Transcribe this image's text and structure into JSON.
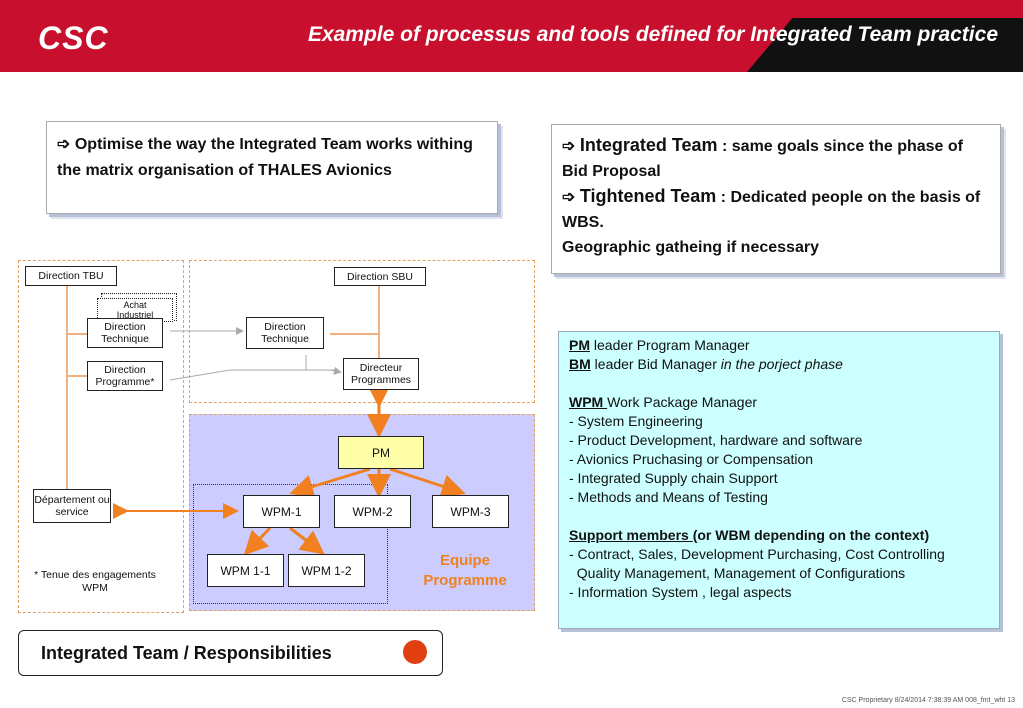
{
  "header": {
    "logo": "CSC",
    "title": "Example of processus and tools defined for Integrated Team practice"
  },
  "box1": {
    "bullet": "➩",
    "text": "Optimise the way the Integrated Team works withing the matrix organisation of THALES Avionics"
  },
  "box2": {
    "line1_big": "Integrated Team",
    "line1_rest": " : same goals since the phase of  Bid Proposal",
    "line2_big": "Tightened Team",
    "line2_rest": " : Dedicated people on the basis of  WBS.",
    "line3": "Geographic gatheing if necessary"
  },
  "defs": {
    "pm_abbr": "PM",
    "pm_text": " leader Program Manager",
    "bm_abbr": "BM",
    "bm_text": " leader Bid Manager ",
    "bm_italic": "in the porject phase",
    "wpm_abbr": "WPM ",
    "wpm_text": " Work Package Manager",
    "wpm_items": [
      "- System Engineering",
      "- Product Development, hardware and software",
      "- Avionics Pruchasing or Compensation",
      "- Integrated Supply chain Support",
      "- Methods and Means of Testing"
    ],
    "support_title": "Support members ",
    "support_rest": " (or WBM depending on the context)",
    "support_items": [
      "- Contract, Sales, Development Purchasing, Cost Controlling",
      "  Quality Management, Management of Configurations",
      "- Information System , legal aspects"
    ]
  },
  "diagram": {
    "direction_tbu": "Direction TBU",
    "achat": "Achat",
    "industriel": "Industriel",
    "direction_technique_left": "Direction Technique",
    "direction_programme": "Direction Programme*",
    "departement": "Département ou service",
    "tenue": "* Tenue des engagements WPM",
    "direction_sbu": "Direction SBU",
    "direction_technique_right": "Direction Technique",
    "directeur_programmes": "Directeur Programmes",
    "pm": "PM",
    "wpm1": "WPM-1",
    "wpm2": "WPM-2",
    "wpm3": "WPM-3",
    "wpm11": "WPM 1-1",
    "wpm12": "WPM 1-2",
    "equipe": "Equipe Programme"
  },
  "bottom": {
    "label": "Integrated Team / Responsibilities"
  },
  "footer": "CSC Proprietary   8/24/2014 7:38:39 AM 008_fmt_wht    13",
  "colors": {
    "brand_red": "#c8102e",
    "arrow_orange": "#f08020",
    "defs_bg": "#ccffff",
    "program_bg": "#ccccff",
    "pm_bg": "#ffffaa"
  }
}
